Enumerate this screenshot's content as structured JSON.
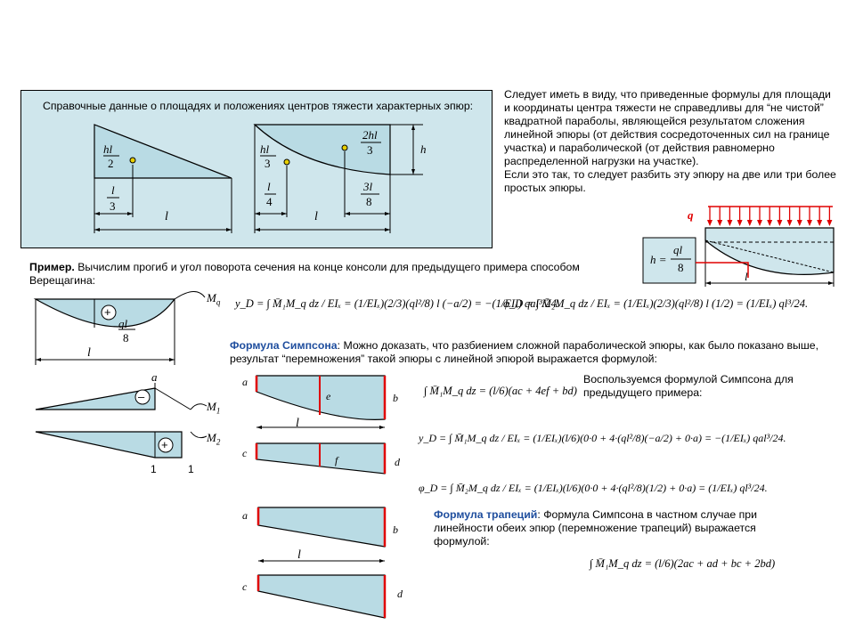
{
  "reference": {
    "title": "Справочные данные о площадях и положениях центров тяжести характерных эпюр:",
    "triangle": {
      "area": "hl",
      "area_den": "2",
      "cx": "l",
      "cx_den": "3",
      "length": "l"
    },
    "parabola": {
      "area": "hl",
      "area_den": "3",
      "cx_left": "2hl",
      "cx_left_den": "3",
      "left_len": "l",
      "left_den": "4",
      "right_len": "3l",
      "right_den": "8",
      "length": "l",
      "height": "h"
    }
  },
  "note": {
    "text": "Следует иметь в виду, что приведенные формулы для площади и координаты центра тяжести не справедливы для “не чистой” квадратной параболы, являющейся результатом сложения линейной эпюры (от действия сосредоточенных сил на границе участка) и параболической (от действия равномерно распределенной нагрузки на участке).",
    "text2": "Если это так, то следует разбить эту эпюру на две или три более простых эпюры.",
    "load_label": "q",
    "h_eq": "h =",
    "h_num": "ql",
    "h_den": "8",
    "span": "l"
  },
  "example": {
    "lead": "Пример.",
    "text": " Вычислим прогиб и угол поворота сечения на конце консоли для предыдущего примера способом Верещагина:",
    "mq_label": "M",
    "mq_sub": "q",
    "ql_num": "ql",
    "ql_den": "8",
    "span": "l",
    "point_a": "a",
    "m1_label": "M",
    "m1_sub": "1",
    "m2_label": "M",
    "m2_sub": "2",
    "one_a": "1",
    "one_b": "1",
    "plus": "+",
    "minus": "–"
  },
  "formulas": {
    "yD": "y_D = ∫ M̄₁M_q dz / EIₓ = (1/EIₓ)(2/3)(ql²/8) l (−a/2) = −(1/EIₓ) qal³/24.",
    "phiD": "φ_D = ∫ M̄₂M_q dz / EIₓ = (1/EIₓ)(2/3)(ql²/8) l (1/2) = (1/EIₓ) ql³/24."
  },
  "simpson": {
    "lead": "Формула Симпсона",
    "text": ": Можно доказать, что разбиением сложной параболической эпюры, как было показано выше, результат “перемножения” такой эпюры с линейной эпюрой выражается формулой:",
    "formula": "∫ M̄₁M_q dz = (l/6)(ac + 4ef + bd)",
    "use_text": "Воспользуемся формулой Симпсона для предыдущего примера:",
    "yD": "y_D = ∫ M̄₁M_q dz / EIₓ = (1/EIₓ)(l/6)(0·0 + 4·(ql²/8)(−a/2) + 0·a) = −(1/EIₓ) qal³/24.",
    "phiD": "φ_D = ∫ M̄₂M_q dz / EIₓ = (1/EIₓ)(l/6)(0·0 + 4·(ql²/8)(1/2) + 0·a) = (1/EIₓ) ql³/24.",
    "labels": {
      "a": "a",
      "b": "b",
      "c": "c",
      "d": "d",
      "e": "e",
      "f": "f",
      "l": "l"
    }
  },
  "trapezoid": {
    "lead": "Формула трапеций",
    "text": ": Формула Симпсона в частном случае при линейности обеих эпюр (перемножение трапеций) выражается формулой:",
    "formula": "∫ M̄₁M_q dz = (l/6)(2ac + ad + bc + 2bd)",
    "labels": {
      "a": "a",
      "b": "b",
      "c": "c",
      "d": "d",
      "l": "l"
    }
  },
  "colors": {
    "fill": "#cfe6ec",
    "red": "#e00000",
    "blue_text": "#1f4e9e",
    "dot": "#e8d000"
  }
}
